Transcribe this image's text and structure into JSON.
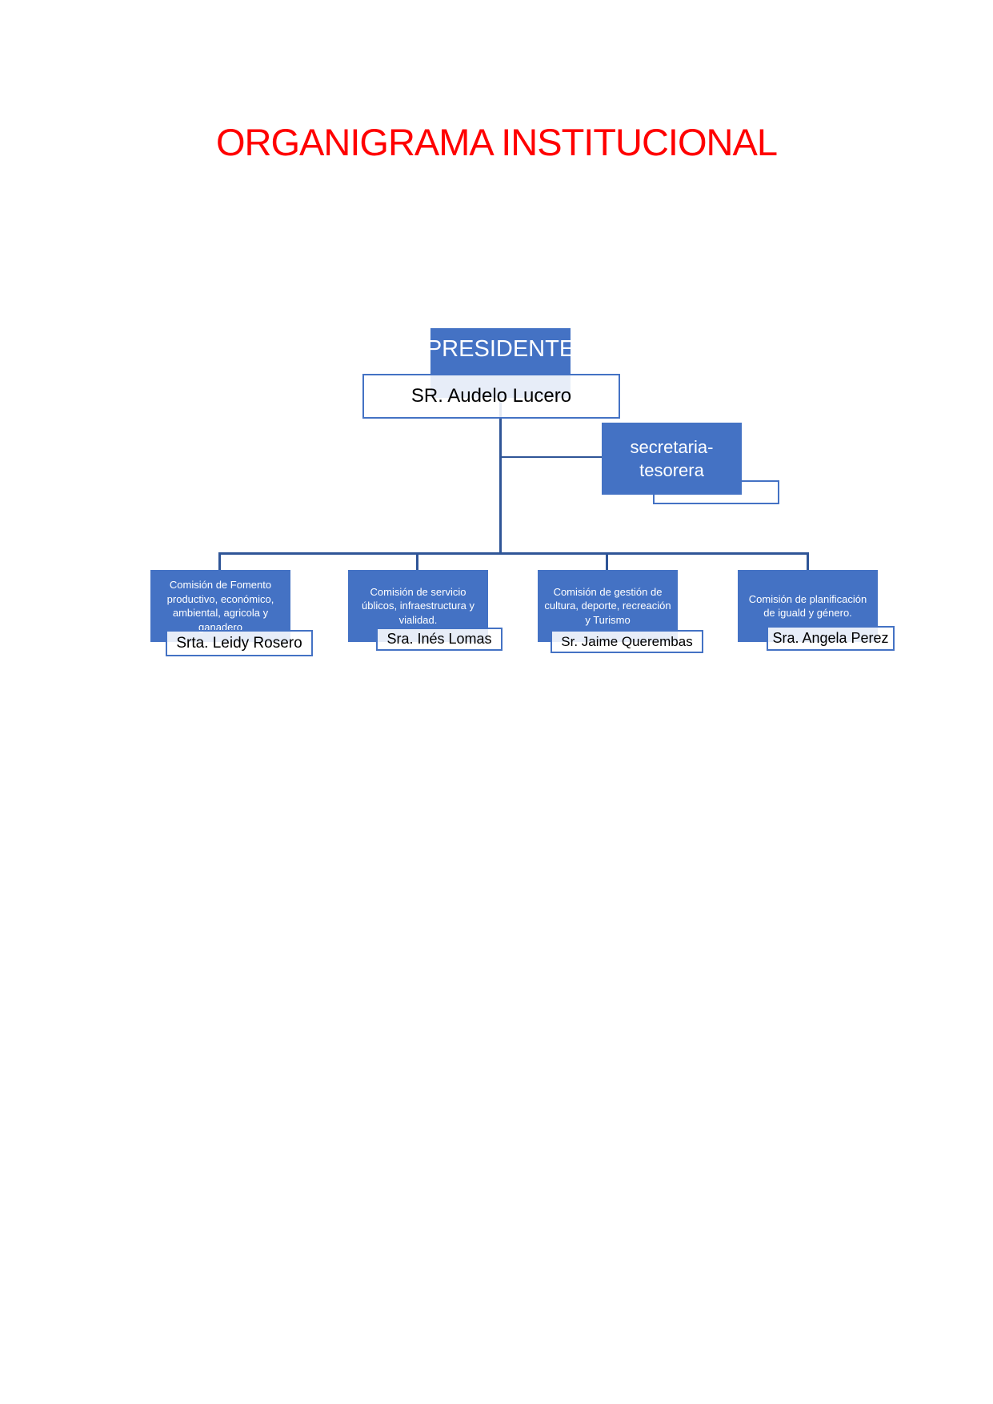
{
  "header": {
    "title": "ORGANIGRAMA INSTITUCIONAL"
  },
  "org": {
    "president": {
      "role": "PRESIDENTE",
      "name": "SR. Audelo Lucero"
    },
    "secretary": {
      "role": "secretaria-tesorera"
    },
    "commissions": [
      {
        "title": "Comisión de Fomento productivo, económico, ambiental, agricola y ganadero",
        "member": "Srta. Leidy Rosero"
      },
      {
        "title": "Comisión de servicio úblicos, infraestructura y vialidad.",
        "member": "Sra. Inés Lomas"
      },
      {
        "title": "Comisión de gestión de cultura, deporte, recreación y Turismo",
        "member": "Sr. Jaime Querembas"
      },
      {
        "title": "Comisión de planificación de iguald y género.",
        "member": "Sra. Angela Perez"
      }
    ]
  },
  "colors": {
    "title_text": "#FF0000",
    "box_fill": "#4472C4",
    "connector_line": "#2F5597",
    "plate_border": "#4472C4",
    "box_text": "#FFFFFF",
    "plate_text": "#000000"
  }
}
